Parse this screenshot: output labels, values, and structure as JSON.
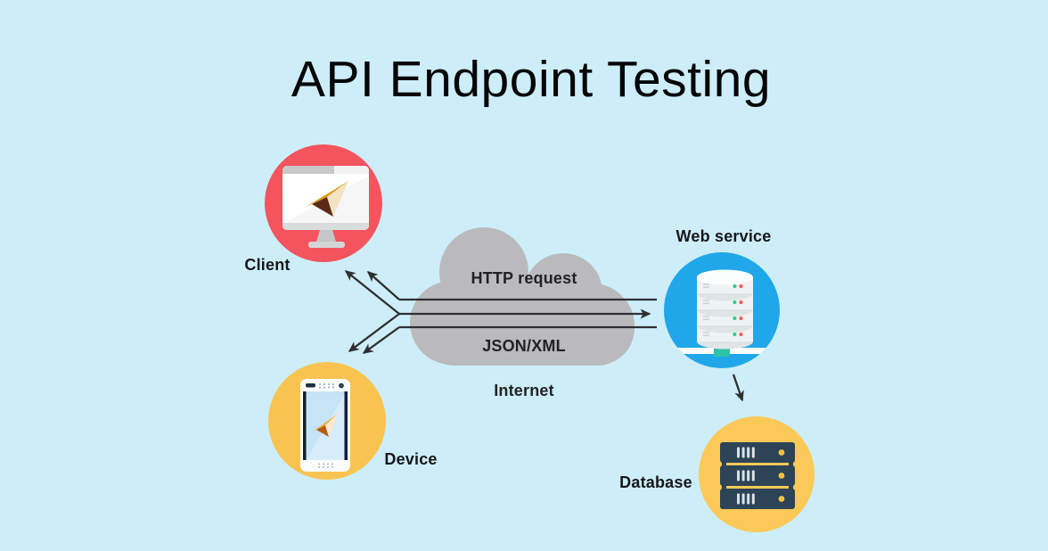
{
  "title": "API Endpoint Testing",
  "cloud": {
    "label": "Internet",
    "request_label": "HTTP request",
    "response_label": "JSON/XML"
  },
  "nodes": {
    "client": {
      "label": "Client",
      "icon": "monitor-with-paper-plane-icon"
    },
    "device": {
      "label": "Device",
      "icon": "smartphone-with-paper-plane-icon"
    },
    "web_service": {
      "label": "Web service",
      "icon": "database-cylinder-stack-icon"
    },
    "database": {
      "label": "Database",
      "icon": "server-rack-icon"
    }
  },
  "colors": {
    "background": "#cdeef8",
    "client_circle": "#f4545e",
    "device_circle": "#f9c351",
    "database_circle": "#fbc958",
    "web_service_circle": "#1fa7e9",
    "cloud": "#bababd",
    "arrow": "#2f2f31",
    "server_navy": "#2d4356",
    "teal_connector": "#2fc3a7",
    "label_text": "#17171a"
  }
}
